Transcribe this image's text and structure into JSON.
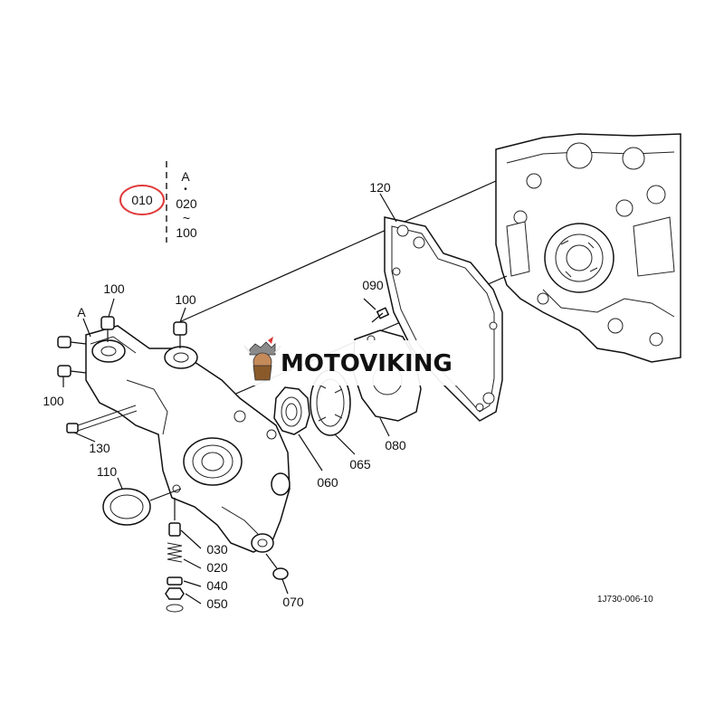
{
  "legend": {
    "highlighted": "010",
    "top_letter": "A",
    "top_dot": "•",
    "mid_value": "020",
    "tilde": "~",
    "bottom_value": "100",
    "circle_color": "#e03a3a"
  },
  "callouts": {
    "c120": "120",
    "c090": "090",
    "c100_a": "100",
    "c100_b": "100",
    "c100_c": "100",
    "c_A": "A",
    "c130": "130",
    "c110": "110",
    "c060": "060",
    "c065": "065",
    "c080": "080",
    "c030": "030",
    "c020": "020",
    "c040": "040",
    "c050": "050",
    "c070": "070"
  },
  "watermark": {
    "text": "MOTOVIKING",
    "logo_icon": "viking-icon"
  },
  "drawing_id": "1J730-006-10"
}
